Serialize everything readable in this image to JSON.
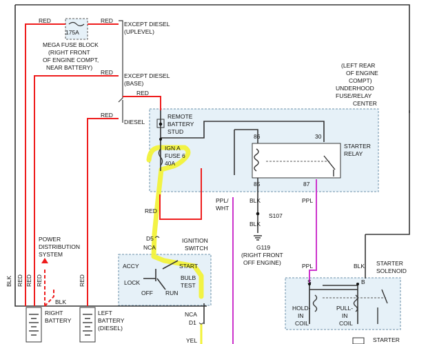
{
  "labels": {
    "red_top_a": "RED",
    "red_top_b": "RED",
    "fuse_amp": "175A",
    "except_diesel_uplevel_1": "EXCEPT DIESEL",
    "except_diesel_uplevel_2": "(UPLEVEL)",
    "mega_fuse_1": "MEGA FUSE BLOCK",
    "mega_fuse_2": "(RIGHT FRONT",
    "mega_fuse_3": "OF ENGINE COMPT,",
    "mega_fuse_4": "NEAR BATTERY)",
    "red_base": "RED",
    "except_diesel_base_1": "EXCEPT DIESEL",
    "except_diesel_base_2": "(BASE)",
    "red_stud": "RED",
    "red_diesel": "RED",
    "diesel": "DIESEL",
    "ufrc_1": "(LEFT REAR",
    "ufrc_2": "OF ENGINE",
    "ufrc_3": "COMPT)",
    "ufrc_4": "UNDERHOOD",
    "ufrc_5": "FUSE/RELAY",
    "ufrc_6": "CENTER",
    "stud_1": "REMOTE",
    "stud_2": "BATTERY",
    "stud_3": "STUD",
    "fuse6_1": "IGN A",
    "fuse6_2": "FUSE 6",
    "fuse6_3": "40A",
    "relay_86": "86",
    "relay_30": "30",
    "relay_85": "85",
    "relay_87": "87",
    "starter_relay_1": "STARTER",
    "starter_relay_2": "RELAY",
    "red_d5": "RED",
    "d5": "D5",
    "nca_top": "NCA",
    "ppl_wht_1": "PPL/",
    "ppl_wht_2": "WHT",
    "blk_1": "BLK",
    "s107": "S107",
    "blk_2": "BLK",
    "g119_1": "G119",
    "g119_2": "(RIGHT FRONT",
    "g119_3": "OFF ENGINE)",
    "ppl_relay": "PPL",
    "ign_switch_1": "IGNITION",
    "ign_switch_2": "SWITCH",
    "accy": "ACCY",
    "start": "START",
    "lock": "LOCK",
    "bulb_1": "BULB",
    "bulb_2": "TEST",
    "off": "OFF",
    "run": "RUN",
    "power_dist_1": "POWER",
    "power_dist_2": "DISTRIBUTION",
    "power_dist_3": "SYSTEM",
    "blk_left": "BLK",
    "red_v1": "RED",
    "red_v2": "RED",
    "red_v3": "RED",
    "red_v4": "RED",
    "blk_bottom": "BLK",
    "right_battery_1": "RIGHT",
    "right_battery_2": "BATTERY",
    "left_battery_1": "LEFT",
    "left_battery_2": "BATTERY",
    "left_battery_3": "(DIESEL)",
    "nca_bottom": "NCA",
    "d1": "D1",
    "yel": "YEL",
    "ppl_sol": "PPL",
    "blk_sol": "BLK",
    "starter_sol_1": "STARTER",
    "starter_sol_2": "SOLENOID",
    "s_term": "S",
    "b_term": "B",
    "hold_1": "HOLD-",
    "hold_2": "IN",
    "hold_3": "COIL",
    "pull_1": "PULL-",
    "pull_2": "IN",
    "pull_3": "COIL",
    "starter_bottom": "STARTER"
  },
  "colors": {
    "wire_red": "#ee1c1c",
    "wire_purple": "#cc33cc",
    "wire_black": "#333333",
    "highlight": "#f2f23a",
    "box_fill": "#e6f1f8",
    "box_dash": "#6a8fa8"
  }
}
